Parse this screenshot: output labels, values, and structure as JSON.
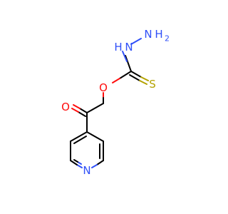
{
  "molecule": {
    "atoms": {
      "n_top": "N",
      "h2_top": "H",
      "h2_sub": "2",
      "nh_n": "N",
      "nh_h": "H",
      "o_ester": "O",
      "s_thione": "S",
      "o_carbonyl": "O",
      "n_pyridine": "N"
    },
    "colors": {
      "carbon_bond": "#000000",
      "oxygen": "#ff0d0d",
      "nitrogen": "#3050f8",
      "sulfur": "#b3a200"
    }
  }
}
